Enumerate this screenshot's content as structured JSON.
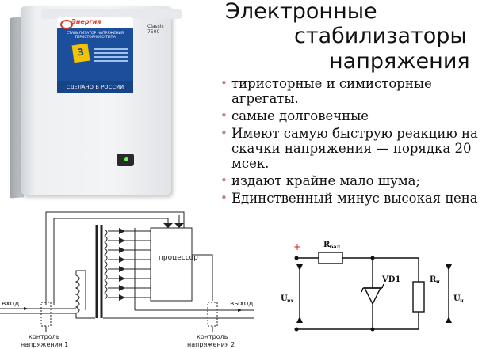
{
  "title": {
    "line1": "Электронные",
    "line2": "стабилизаторы",
    "line3": "напряжения"
  },
  "bullets": [
    {
      "text": "тиристорные и симисторные агрегаты."
    },
    {
      "text": "самые долговечные"
    },
    {
      "text": "Имеют самую быструю реакцию на скачки напряжения — порядка 20 мсек."
    },
    {
      "text": " издают крайне мало шума;"
    },
    {
      "text": "Единственный минус высокая цена"
    }
  ],
  "bullet_glyph": "•",
  "device": {
    "brand": "Энергия",
    "model": "Classic 7500",
    "label_subtitle": "СТАБИЛИЗАТОР НАПРЯЖЕНИЯ ТИРИСТОРНОГО ТИПА",
    "badge": "3",
    "made_in": "СДЕЛАНО В РОССИИ"
  },
  "left_diagram": {
    "processor_label": "процессор",
    "input_label": "вход",
    "output_label": "выход",
    "control1_line1": "контроль",
    "control1_line2": "напряжения 1",
    "control2_line1": "контроль",
    "control2_line2": "напряжения 2"
  },
  "right_diagram": {
    "r_bal_main": "R",
    "r_bal_sub": "бал",
    "vd_label": "VD1",
    "rn_main": "R",
    "rn_sub": "н",
    "uvx_main": "U",
    "uvx_sub": "вх",
    "un_main": "U",
    "un_sub": "н",
    "plus": "+"
  },
  "colors": {
    "bullet": "#c27a9d",
    "label_blue": "#1b4f9c",
    "brand_red": "#e2341d",
    "plus_red": "#d0281c"
  }
}
